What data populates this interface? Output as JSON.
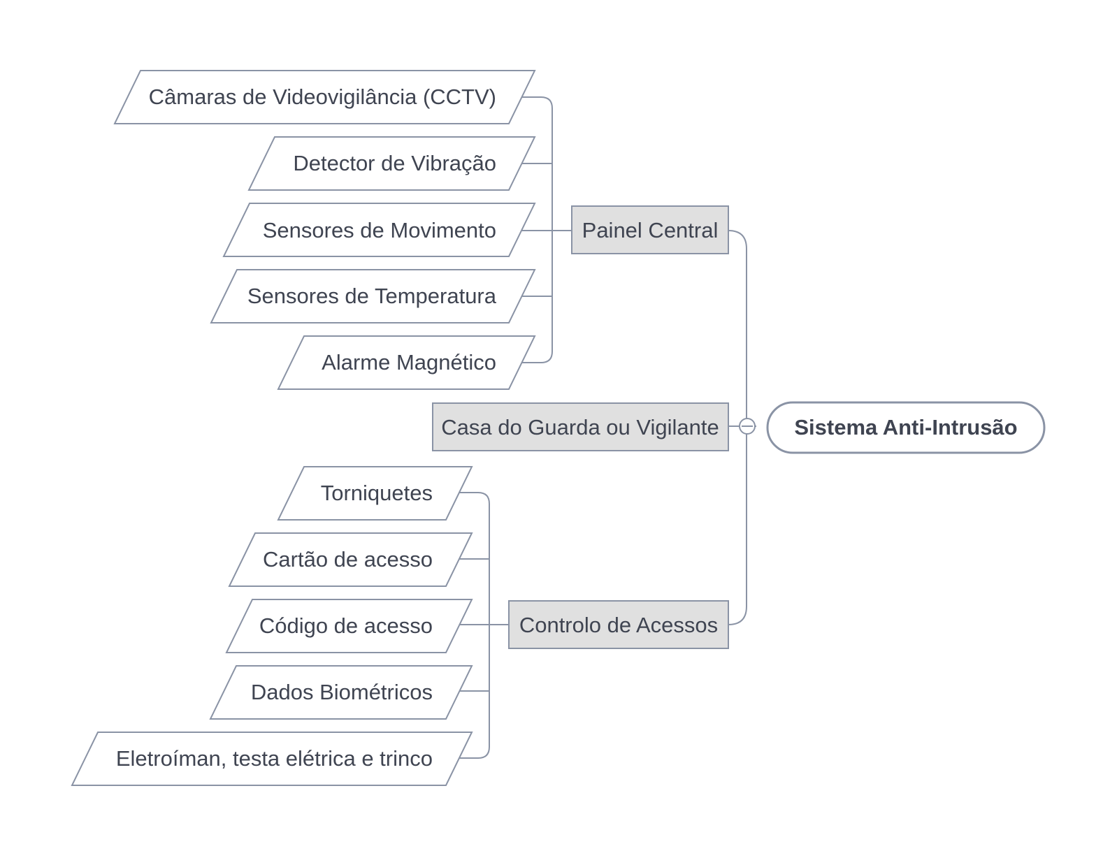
{
  "root": {
    "label": "Sistema Anti-Intrusão"
  },
  "branches": {
    "painel_central": {
      "label": "Painel Central",
      "children": [
        "Câmaras de Videovigilância (CCTV)",
        "Detector de Vibração",
        "Sensores de Movimento",
        "Sensores de Temperatura",
        "Alarme Magnético"
      ]
    },
    "casa_guarda": {
      "label": "Casa do Guarda ou Vigilante"
    },
    "controlo_acessos": {
      "label": "Controlo de Acessos",
      "children": [
        "Torniquetes",
        "Cartão de acesso",
        "Código de acesso",
        "Dados Biométricos",
        "Eletroíman, testa elétrica e trinco"
      ]
    }
  },
  "colors": {
    "line": "#8a93a5",
    "text": "#3f4451",
    "branch_fill": "#e0e0e0",
    "background": "#ffffff"
  }
}
